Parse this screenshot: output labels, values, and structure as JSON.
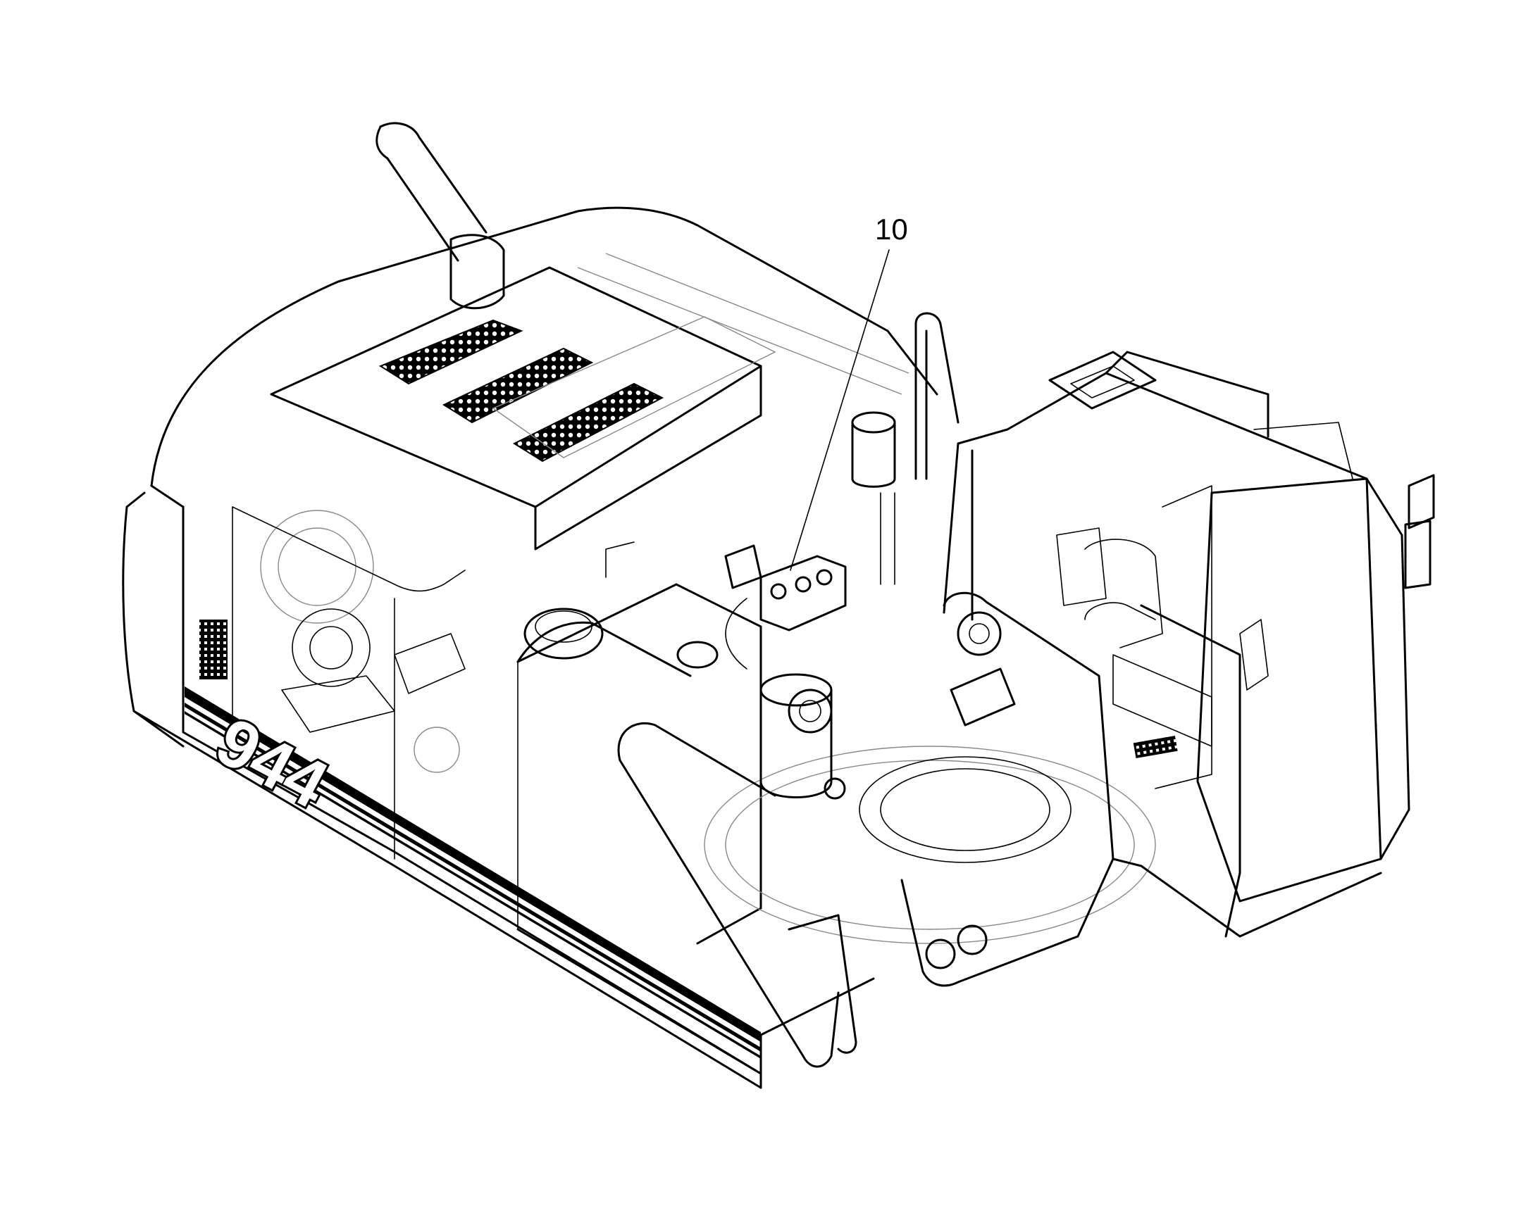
{
  "callouts": [
    {
      "id": "callout-10",
      "label": "10"
    }
  ],
  "body_marking": {
    "model_number": "944"
  },
  "colors": {
    "line": "#000000",
    "background": "#ffffff",
    "ghost_line": "#888888"
  }
}
